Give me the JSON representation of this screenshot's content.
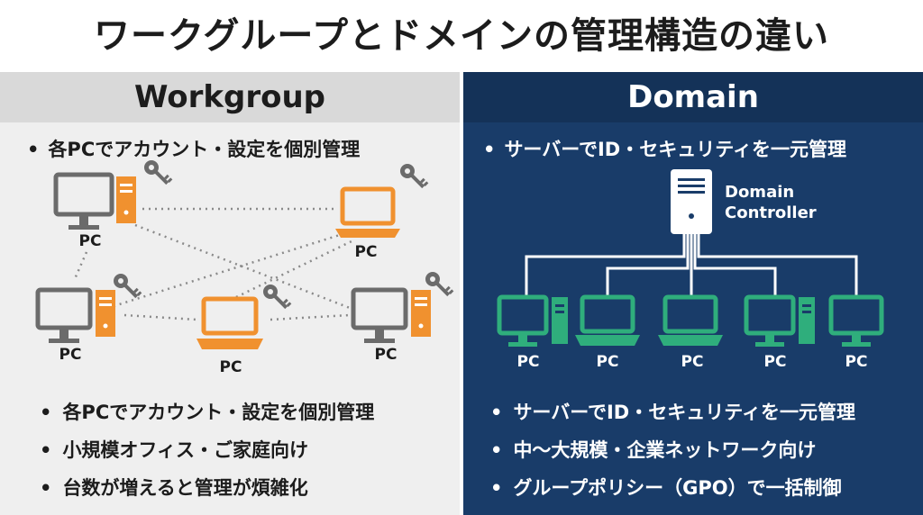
{
  "title": "ワークグループとドメインの管理構造の違い",
  "colors": {
    "orange": "#f0912f",
    "gray": "#6b6b6b",
    "green": "#2fae7c",
    "navy": "#193c69"
  },
  "workgroup": {
    "heading": "Workgroup",
    "top_bullet": "各PCでアカウント・設定を個別管理",
    "pc_label": "PC",
    "bullets": [
      "各PCでアカウント・設定を個別管理",
      "小規模オフィス・ご家庭向け",
      "台数が増えると管理が煩雑化"
    ]
  },
  "domain": {
    "heading": "Domain",
    "top_bullet": "サーバーでID・セキュリティを一元管理",
    "controller_line1": "Domain",
    "controller_line2": "Controller",
    "pc_label": "PC",
    "bullets": [
      "サーバーでID・セキュリティを一元管理",
      "中〜大規模・企業ネットワーク向け",
      "グループポリシー（GPO）で一括制御"
    ]
  }
}
